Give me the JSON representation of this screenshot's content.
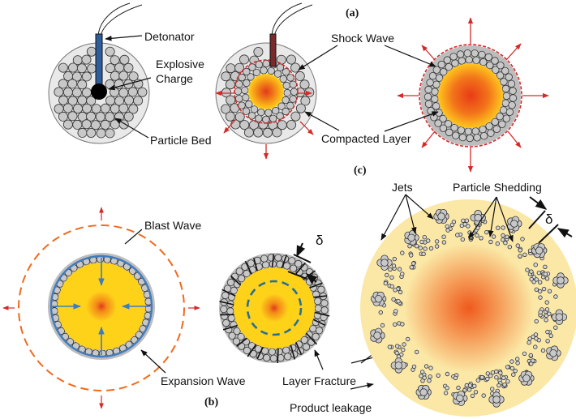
{
  "panels": {
    "a": "(a)",
    "b": "(b)",
    "c": "(c)"
  },
  "labels": {
    "detonator": "Detonator",
    "explosive_line1": "Explosive",
    "explosive_line2": "Charge",
    "particle_bed": "Particle Bed",
    "shock_wave": "Shock Wave",
    "compacted_layer": "Compacted Layer",
    "blast_wave": "Blast Wave",
    "expansion_wave": "Expansion Wave",
    "layer_fracture": "Layer Fracture",
    "product_leakage": "Product leakage",
    "jets": "Jets",
    "particle_shedding": "Particle Shedding",
    "delta": "δ"
  },
  "colors": {
    "particle_fill": "#c8c8c8",
    "particle_stroke": "#333333",
    "bed_fill": "#e9e9e9",
    "fireball_core": "#e8401c",
    "fireball_mid": "#f07d18",
    "fireball_edge": "#ffd21a",
    "product_cloud": "#fbe8a6",
    "shock_red": "#d42a2a",
    "blast_orange": "#f06a1c",
    "expansion_blue": "#3f7cbf",
    "dashed_teal": "#2c6f93",
    "detonator_blue": "#2f5d9a"
  }
}
